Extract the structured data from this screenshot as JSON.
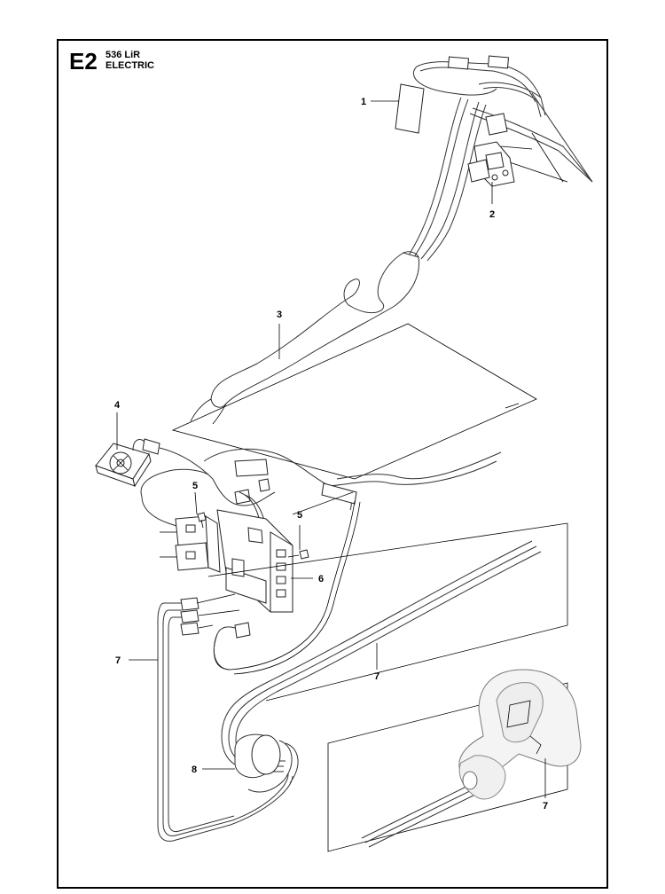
{
  "header": {
    "code": "E2",
    "model": "536 LiR",
    "subtitle": "ELECTRIC"
  },
  "callouts": [
    {
      "id": "c1",
      "label": "1"
    },
    {
      "id": "c2",
      "label": "2"
    },
    {
      "id": "c3",
      "label": "3"
    },
    {
      "id": "c4",
      "label": "4"
    },
    {
      "id": "c5a",
      "label": "5"
    },
    {
      "id": "c5b",
      "label": "5"
    },
    {
      "id": "c6",
      "label": "6"
    },
    {
      "id": "c7a",
      "label": "7"
    },
    {
      "id": "c7b",
      "label": "7"
    },
    {
      "id": "c7c",
      "label": "7"
    },
    {
      "id": "c8",
      "label": "8"
    }
  ]
}
